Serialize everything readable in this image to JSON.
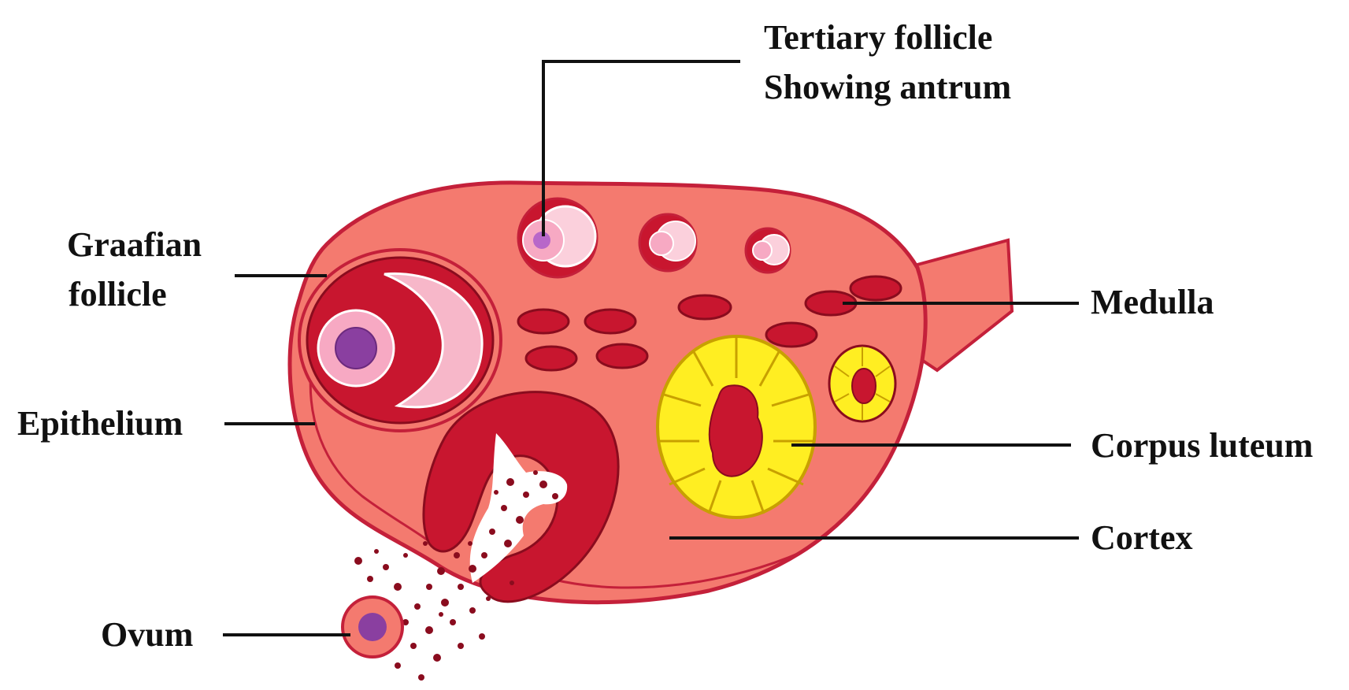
{
  "labels": {
    "tertiary_follicle_line1": "Tertiary follicle",
    "tertiary_follicle_line2": "Showing antrum",
    "graafian_line1": "Graafian",
    "graafian_line2": "follicle",
    "epithelium": "Epithelium",
    "ovum": "Ovum",
    "medulla": "Medulla",
    "corpus_luteum": "Corpus luteum",
    "cortex": "Cortex"
  },
  "colors": {
    "ovary_body": "#f47a6f",
    "ovary_outline": "#c4203a",
    "dark_red": "#bf1530",
    "pink": "#f7b7c9",
    "light_pink": "#fbd0dc",
    "purple_nucleus": "#8a3fa0",
    "corpus_luteum_yellow": "#ffee22",
    "corpus_luteum_outline": "#c8a000",
    "text": "#111111"
  }
}
